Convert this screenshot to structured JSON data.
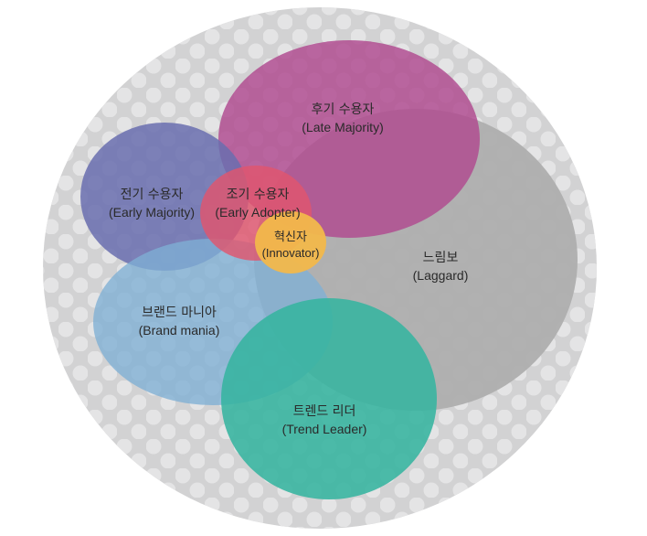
{
  "groups": {
    "late_majority": {
      "korean": "후기 수용자",
      "english": "(Late Majority)",
      "color": "#b0498f"
    },
    "laggard": {
      "korean": "느림보",
      "english": "(Laggard)",
      "color": "#adadad"
    },
    "early_majority": {
      "korean": "전기 수용자",
      "english": "(Early Majority)",
      "color": "#6a6faf"
    },
    "early_adopter": {
      "korean": "조기 수용자",
      "english": "(Early Adopter)",
      "color": "#e0566e"
    },
    "innovator": {
      "korean": "혁신자",
      "english": "(Innovator)",
      "color": "#f2b84b"
    },
    "brand_mania": {
      "korean": "브랜드 마니아",
      "english": "(Brand mania)",
      "color": "#7fb0d5"
    },
    "trend_leader": {
      "korean": "트렌드 리더",
      "english": "(Trend Leader)",
      "color": "#35b49f"
    }
  },
  "background": {
    "outer_color": "#d2d2d3",
    "dot_color": "#e4e4e5"
  }
}
